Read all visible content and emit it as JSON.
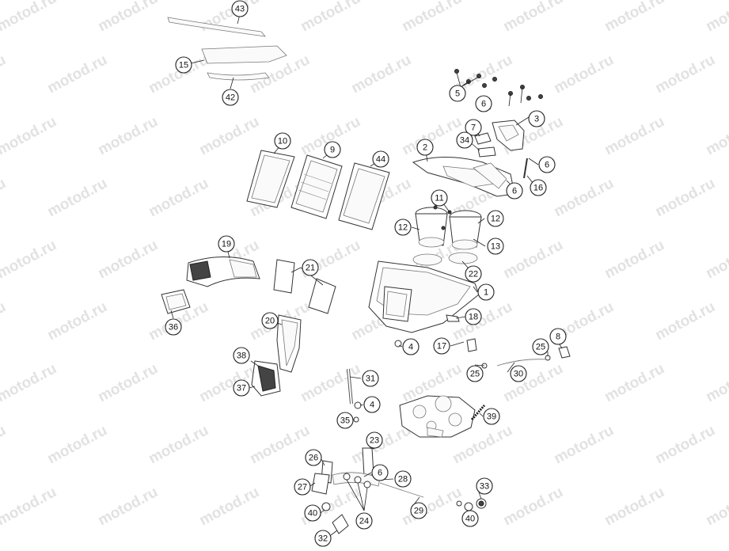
{
  "watermark": "motod.ru",
  "callouts": [
    {
      "id": "43",
      "label": "43"
    },
    {
      "id": "15",
      "label": "15"
    },
    {
      "id": "42",
      "label": "42"
    },
    {
      "id": "5",
      "label": "5"
    },
    {
      "id": "6a",
      "label": "6"
    },
    {
      "id": "3",
      "label": "3"
    },
    {
      "id": "7",
      "label": "7"
    },
    {
      "id": "34",
      "label": "34"
    },
    {
      "id": "6b",
      "label": "6"
    },
    {
      "id": "2",
      "label": "2"
    },
    {
      "id": "6c",
      "label": "6"
    },
    {
      "id": "16",
      "label": "16"
    },
    {
      "id": "10",
      "label": "10"
    },
    {
      "id": "9",
      "label": "9"
    },
    {
      "id": "44",
      "label": "44"
    },
    {
      "id": "11",
      "label": "11"
    },
    {
      "id": "12a",
      "label": "12"
    },
    {
      "id": "12b",
      "label": "12"
    },
    {
      "id": "13",
      "label": "13"
    },
    {
      "id": "19",
      "label": "19"
    },
    {
      "id": "21",
      "label": "21"
    },
    {
      "id": "22",
      "label": "22"
    },
    {
      "id": "1",
      "label": "1"
    },
    {
      "id": "36",
      "label": "36"
    },
    {
      "id": "20",
      "label": "20"
    },
    {
      "id": "18",
      "label": "18"
    },
    {
      "id": "4a",
      "label": "4"
    },
    {
      "id": "17",
      "label": "17"
    },
    {
      "id": "8",
      "label": "8"
    },
    {
      "id": "25a",
      "label": "25"
    },
    {
      "id": "38",
      "label": "38"
    },
    {
      "id": "25b",
      "label": "25"
    },
    {
      "id": "30",
      "label": "30"
    },
    {
      "id": "31",
      "label": "31"
    },
    {
      "id": "37",
      "label": "37"
    },
    {
      "id": "4b",
      "label": "4"
    },
    {
      "id": "39",
      "label": "39"
    },
    {
      "id": "35",
      "label": "35"
    },
    {
      "id": "23",
      "label": "23"
    },
    {
      "id": "26",
      "label": "26"
    },
    {
      "id": "6d",
      "label": "6"
    },
    {
      "id": "28",
      "label": "28"
    },
    {
      "id": "27",
      "label": "27"
    },
    {
      "id": "33",
      "label": "33"
    },
    {
      "id": "29",
      "label": "29"
    },
    {
      "id": "40a",
      "label": "40"
    },
    {
      "id": "24",
      "label": "24"
    },
    {
      "id": "40b",
      "label": "40"
    },
    {
      "id": "32",
      "label": "32"
    }
  ]
}
